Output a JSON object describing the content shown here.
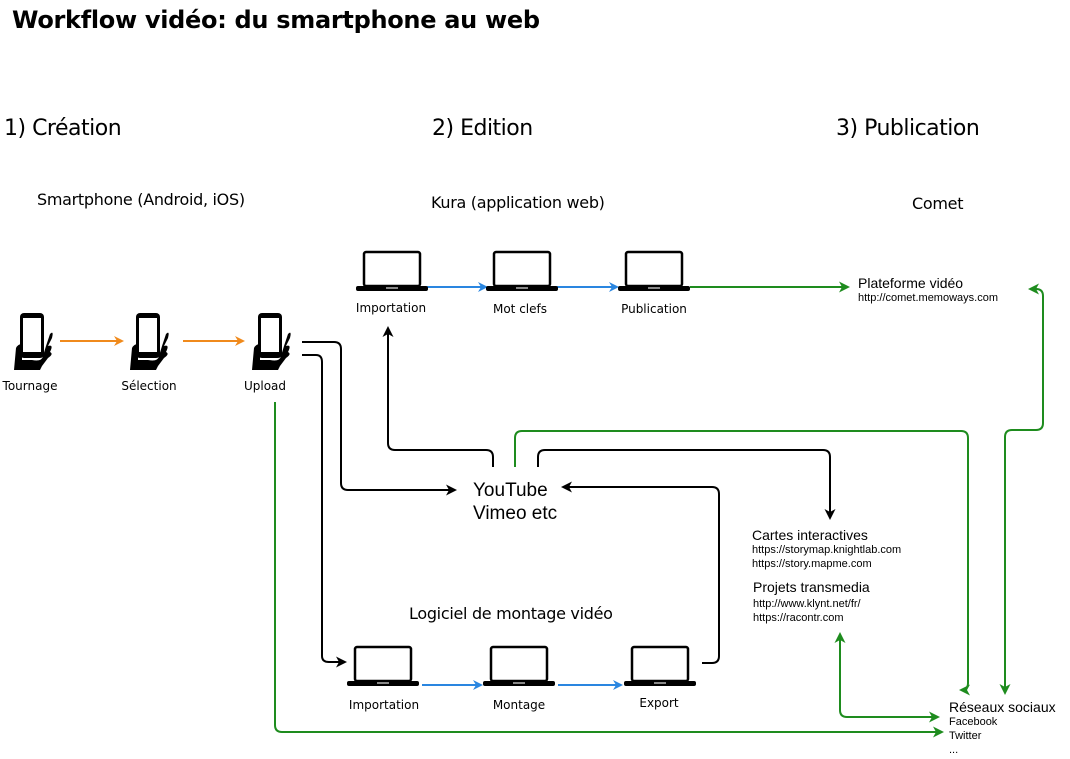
{
  "title": "Workflow vidéo: du smartphone au web",
  "stages": [
    {
      "label": "1) Création",
      "subtitle": "Smartphone (Android, iOS)"
    },
    {
      "label": "2) Edition",
      "subtitle": "Kura (application web)"
    },
    {
      "label": "3) Publication",
      "subtitle": "Comet"
    }
  ],
  "creation_steps": [
    "Tournage",
    "Sélection",
    "Upload"
  ],
  "kura_steps": [
    "Importation",
    "Mot clefs",
    "Publication"
  ],
  "montage": {
    "title": "Logiciel de montage vidéo",
    "steps": [
      "Importation",
      "Montage",
      "Export"
    ]
  },
  "hosting": {
    "line1": "YouTube",
    "line2": "Vimeo etc"
  },
  "plateforme": {
    "title": "Plateforme vidéo",
    "url": "http://comet.memoways.com"
  },
  "cartes": {
    "title": "Cartes interactives",
    "urls": [
      "https://storymap.knightlab.com",
      "https://story.mapme.com"
    ]
  },
  "transmedia": {
    "title": "Projets transmedia",
    "urls": [
      "http://www.klynt.net/fr/",
      "https://racontr.com"
    ]
  },
  "reseaux": {
    "title": "Réseaux sociaux",
    "items": [
      "Facebook",
      "Twitter",
      "..."
    ]
  },
  "colors": {
    "orange": "#f08a1c",
    "blue": "#2a86e0",
    "green": "#1e8c1e",
    "black": "#000000"
  },
  "icons": {
    "phone": "hand-holding-smartphone-icon",
    "laptop": "laptop-icon"
  }
}
